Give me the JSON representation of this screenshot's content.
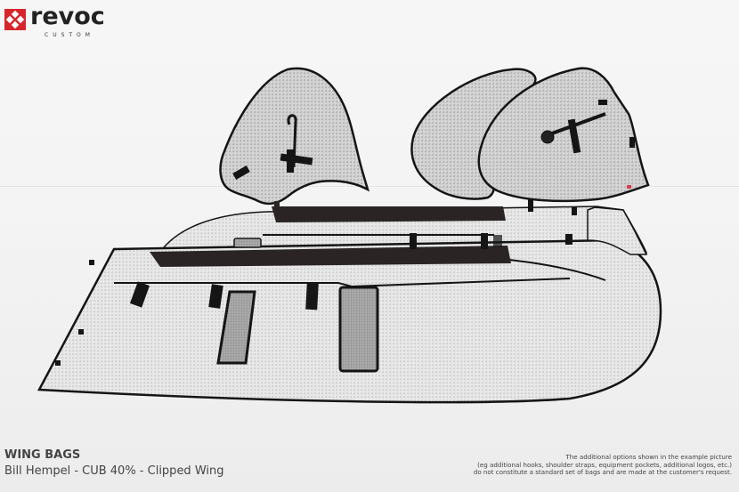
{
  "brand": {
    "name": "revoc",
    "tagline": "CUSTOM",
    "accent_color": "#d6262c"
  },
  "product": {
    "title": "WING BAGS",
    "subtitle": "Bill Hempel - CUB 40% - Clipped Wing"
  },
  "disclaimer": {
    "lines": [
      "The additional options shown in the example picture",
      "(eg additional hooks, shoulder straps, equipment pockets, additional logos, etc.)",
      "do not constitute a standard set of bags and are made at the customer's request."
    ]
  },
  "photo": {
    "items": [
      "wingtip-cover-left",
      "wingtip-cover-right-back",
      "wingtip-cover-right-front",
      "wing-bag-main"
    ],
    "material_color": "#c8c8c8",
    "trim_color": "#1a1a1a"
  }
}
